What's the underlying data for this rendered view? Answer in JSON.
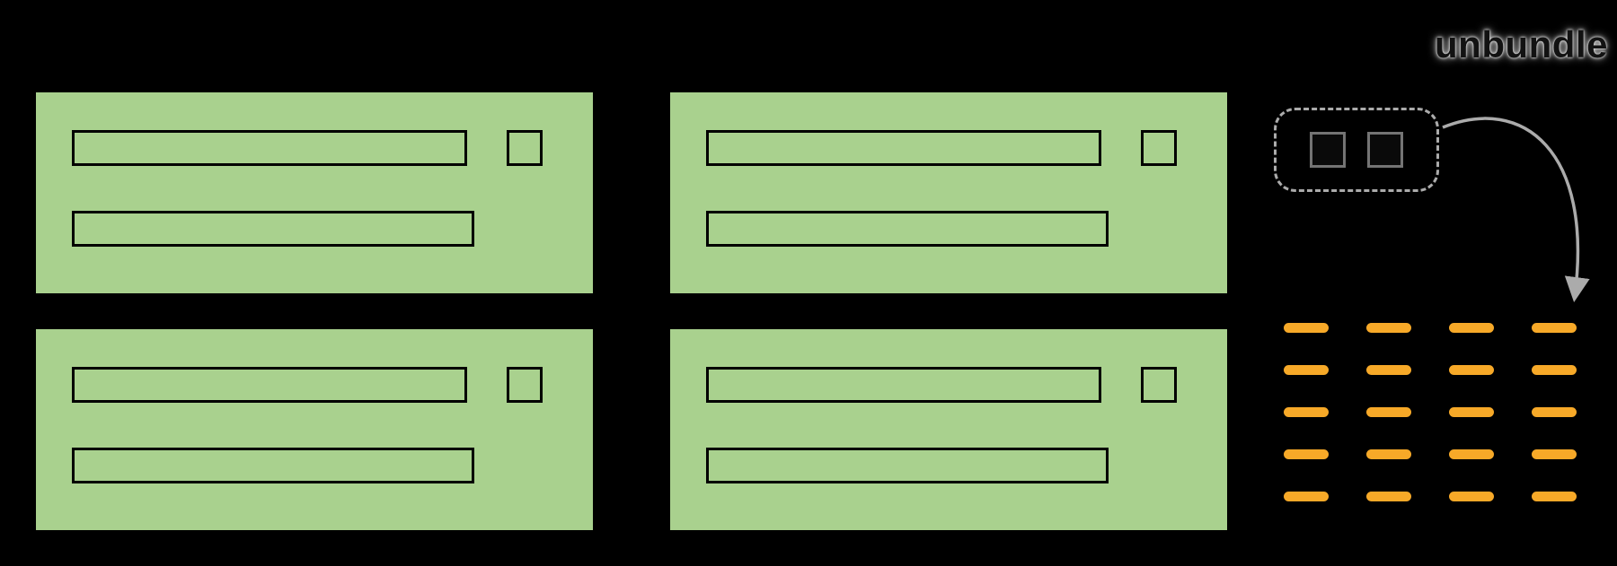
{
  "diagram": {
    "background": "#000000"
  },
  "annotation": {
    "label": "unbundle"
  },
  "colors": {
    "panel_green": "#A9D18E",
    "field_outline": "#000000",
    "token_orange": "#F7A928",
    "annotation_gray": "#ABABAB"
  },
  "record_panels": {
    "count": 4,
    "layout": "2x2",
    "fields_per_panel": 2,
    "checkbox_per_panel": 1
  },
  "bundle": {
    "square_count": 2,
    "style": "dashed-rounded"
  },
  "unbundled_tokens": {
    "rows": 5,
    "cols": 4,
    "total": 20
  }
}
